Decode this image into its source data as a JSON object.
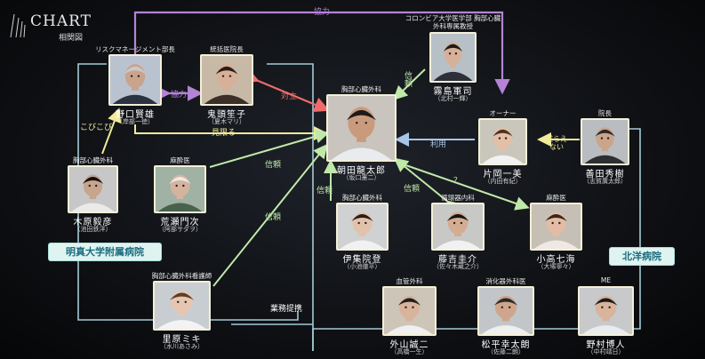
{
  "header": {
    "title": "CHART",
    "subtitle": "相関図"
  },
  "people": [
    {
      "id": "noguchi",
      "role": "リスクマネージメント部長",
      "name": "野口賢雄",
      "actor": "（岸部一徳）",
      "hair": "#c9c9c9",
      "bg": "#b9c3cf",
      "skin": "#c9a38d",
      "suit": "#2b3240"
    },
    {
      "id": "kitou",
      "role": "統括医院長",
      "name": "鬼頭笙子",
      "actor": "（夏木マリ）",
      "hair": "#2a1e16",
      "bg": "#c7b9a6",
      "skin": "#d8b09a",
      "suit": "#3b2f28"
    },
    {
      "id": "kirishima",
      "role": "コロンビア大学医学部 胸部心臓外科専属教授",
      "name": "霧島軍司",
      "actor": "（北村一輝）",
      "hair": "#1c1c1c",
      "bg": "#b7c0c7",
      "skin": "#d7b09a",
      "suit": "#2d3038"
    },
    {
      "id": "asada",
      "role": "胸部心臓外科",
      "name": "朝田龍太郎",
      "actor": "（坂口憲二）",
      "hair": "#1b1b1b",
      "bg": "#c9c4bd",
      "skin": "#c99a7b",
      "suit": "#e9ebee"
    },
    {
      "id": "kataoka",
      "role": "オーナー",
      "name": "片岡一美",
      "actor": "（内田有紀）",
      "hair": "#4a3222",
      "bg": "#c9c6bb",
      "skin": "#e4bfa8",
      "suit": "#f2f2f2"
    },
    {
      "id": "zenda",
      "role": "院長",
      "name": "善田秀樹",
      "actor": "（志賀廣太郎）",
      "hair": "#2b2b2b",
      "bg": "#b9bcc0",
      "skin": "#caa58c",
      "suit": "#2d2f33"
    },
    {
      "id": "kihara",
      "role": "胸部心臓外科",
      "name": "木原毅彦",
      "actor": "（池田鉄洋）",
      "hair": "#111111",
      "bg": "#c7c7c7",
      "skin": "#c7a48e",
      "suit": "#eaeaea"
    },
    {
      "id": "arase",
      "role": "麻酔医",
      "name": "荒瀬門次",
      "actor": "（阿部サダヲ）",
      "hair": "#e9e9e9",
      "bg": "#9fb2a3",
      "skin": "#d5b39e",
      "suit": "#49614d"
    },
    {
      "id": "ijuin",
      "role": "胸部心臓外科",
      "name": "伊集院登",
      "actor": "（小池徹平）",
      "hair": "#2a1d16",
      "bg": "#d0d1d2",
      "skin": "#e2c2ab",
      "suit": "#f1f1f1"
    },
    {
      "id": "fujiyoshi",
      "role": "循環器内科",
      "name": "藤吉圭介",
      "actor": "（佐々木蔵之介）",
      "hair": "#151515",
      "bg": "#c8c9c6",
      "skin": "#d3ac92",
      "suit": "#f1f1f1"
    },
    {
      "id": "kotaka",
      "role": "麻酔医",
      "name": "小高七海",
      "actor": "（大塚寧々）",
      "hair": "#3a261c",
      "bg": "#c6bfb5",
      "skin": "#e2bca4",
      "suit": "#efe9e4"
    },
    {
      "id": "satohara",
      "role": "胸部心臓外科看護師",
      "name": "里原ミキ",
      "actor": "（水川あさみ）",
      "hair": "#5b3d28",
      "bg": "#c8cdd2",
      "skin": "#e6c6b2",
      "suit": "#f3f3f3"
    },
    {
      "id": "toyama",
      "role": "血管外科",
      "name": "外山誠二",
      "actor": "（高橋一生）",
      "hair": "#1e1e1e",
      "bg": "#cdc5b8",
      "skin": "#d9b39c",
      "suit": "#f0f0f0"
    },
    {
      "id": "matsudaira",
      "role": "消化器外科医",
      "name": "松平幸太朗",
      "actor": "（佐藤二朗）",
      "hair": "#2a2a2a",
      "bg": "#c3c6c9",
      "skin": "#cfa68c",
      "suit": "#efefef"
    },
    {
      "id": "nomura",
      "role": "ME",
      "name": "野村博人",
      "actor": "（中村靖日）",
      "hair": "#1b1b1b",
      "bg": "#c7c9cb",
      "skin": "#d8b49b",
      "suit": "#e9ecef"
    }
  ],
  "hospitals": [
    {
      "id": "meishin",
      "label": "明真大学附属病院"
    },
    {
      "id": "hokuyo",
      "label": "北洋病院"
    }
  ],
  "relations": {
    "kyoryoku_top": "協力",
    "kyoryoku_mid": "協力",
    "tairitsu": "対立",
    "shinrai_kirishima": "信頼",
    "kobikobi": "こびこび",
    "mikagiru": "見限る",
    "riyou": "利用",
    "sakaraenai": "逆らえない",
    "shinrai_kihara": "信頼",
    "shinrai_satohara": "信頼",
    "shinrai_ijuin": "信頼",
    "shinrai_fujiyoshi": "信頼",
    "question": "？",
    "gyomu": "業務提携"
  },
  "colors": {
    "purple": "#b583d6",
    "red": "#ef6b6b",
    "yellow": "#f0ea9a",
    "green": "#bfe9a9",
    "blue": "#a9c5e6",
    "white": "#e9e9e9",
    "frame": "#f3efd8",
    "hospital_text": "#1c6d7e"
  }
}
